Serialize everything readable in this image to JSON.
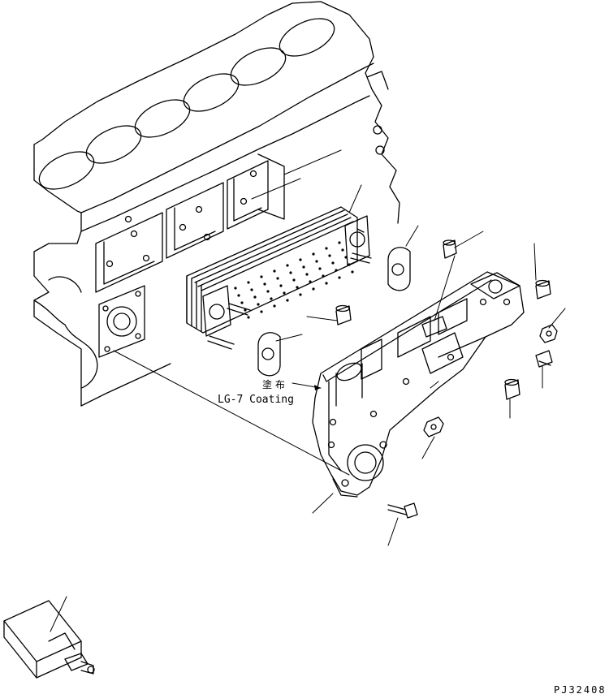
{
  "annotation": {
    "jp_label": "塗 布",
    "en_label": "LG-7 Coating"
  },
  "drawing_code": "PJ32408"
}
